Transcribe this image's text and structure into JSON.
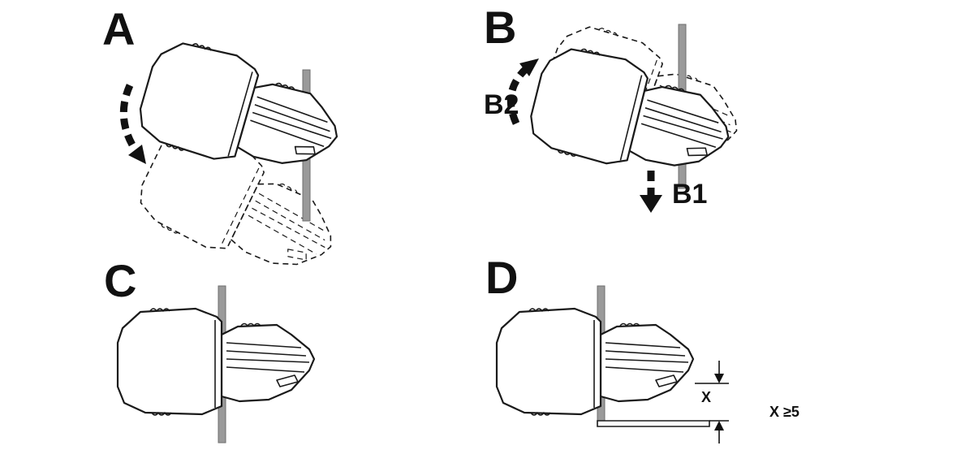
{
  "figure": {
    "background": "#ffffff",
    "line_color": "#1a1a1a",
    "rail_color": "#9a9a9a"
  },
  "panels": [
    {
      "label": "A"
    },
    {
      "label": "B"
    },
    {
      "label": "C"
    },
    {
      "label": "D"
    }
  ],
  "annotations": {
    "b1": "B1",
    "b2": "B2",
    "x_dim": "X",
    "x_min": "X ≥5"
  }
}
